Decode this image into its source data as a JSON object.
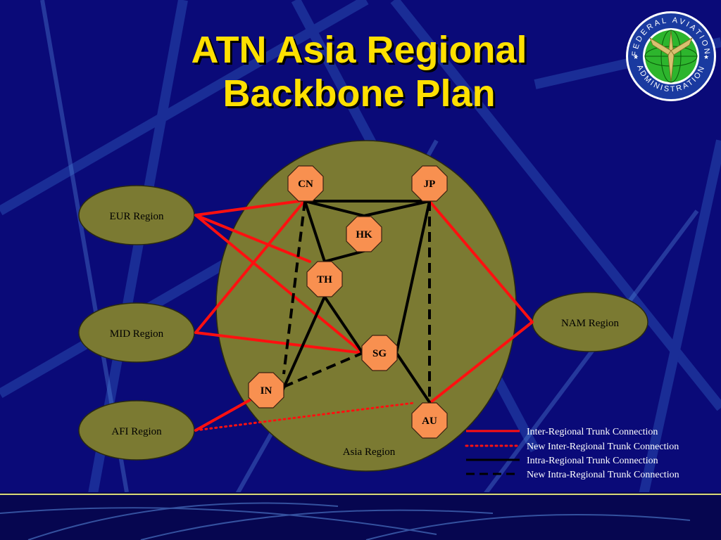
{
  "slide": {
    "title_line1": "ATN Asia Regional",
    "title_line2": "Backbone Plan"
  },
  "seal": {
    "top_text": "FEDERAL AVIATION",
    "bottom_text": "ADMINISTRATION"
  },
  "regions": {
    "asia": "Asia Region",
    "eur": "EUR Region",
    "mid": "MID Region",
    "afi": "AFI Region",
    "nam": "NAM Region"
  },
  "nodes": {
    "cn": "CN",
    "jp": "JP",
    "hk": "HK",
    "th": "TH",
    "sg": "SG",
    "in": "IN",
    "au": "AU"
  },
  "legend": [
    {
      "label": "Inter-Regional Trunk Connection",
      "style": "solid",
      "color": "#ff1010"
    },
    {
      "label": "New Inter-Regional Trunk Connection",
      "style": "dotted",
      "color": "#ff1010"
    },
    {
      "label": "Intra-Regional Trunk Connection",
      "style": "solid",
      "color": "#000000"
    },
    {
      "label": "New Intra-Regional Trunk Connection",
      "style": "dashed",
      "color": "#000000"
    }
  ],
  "colors": {
    "background": "#0a0a78",
    "title": "#ffe000",
    "region_fill": "#7b7a32",
    "node_fill": "#f89050",
    "inter_regional": "#ff1010",
    "intra_regional": "#000000"
  },
  "connections": {
    "inter_regional": [
      [
        "eur",
        "cn"
      ],
      [
        "eur",
        "th"
      ],
      [
        "eur",
        "sg"
      ],
      [
        "mid",
        "cn"
      ],
      [
        "mid",
        "sg"
      ],
      [
        "afi",
        "in"
      ],
      [
        "nam",
        "jp"
      ],
      [
        "nam",
        "au"
      ]
    ],
    "new_inter_regional": [
      [
        "afi",
        "au"
      ]
    ],
    "intra_regional": [
      [
        "cn",
        "jp"
      ],
      [
        "cn",
        "hk"
      ],
      [
        "jp",
        "hk"
      ],
      [
        "cn",
        "th"
      ],
      [
        "hk",
        "th"
      ],
      [
        "th",
        "sg"
      ],
      [
        "th",
        "in"
      ],
      [
        "jp",
        "sg"
      ],
      [
        "sg",
        "au"
      ]
    ],
    "new_intra_regional": [
      [
        "cn",
        "in"
      ],
      [
        "in",
        "sg"
      ],
      [
        "jp",
        "au"
      ]
    ]
  }
}
